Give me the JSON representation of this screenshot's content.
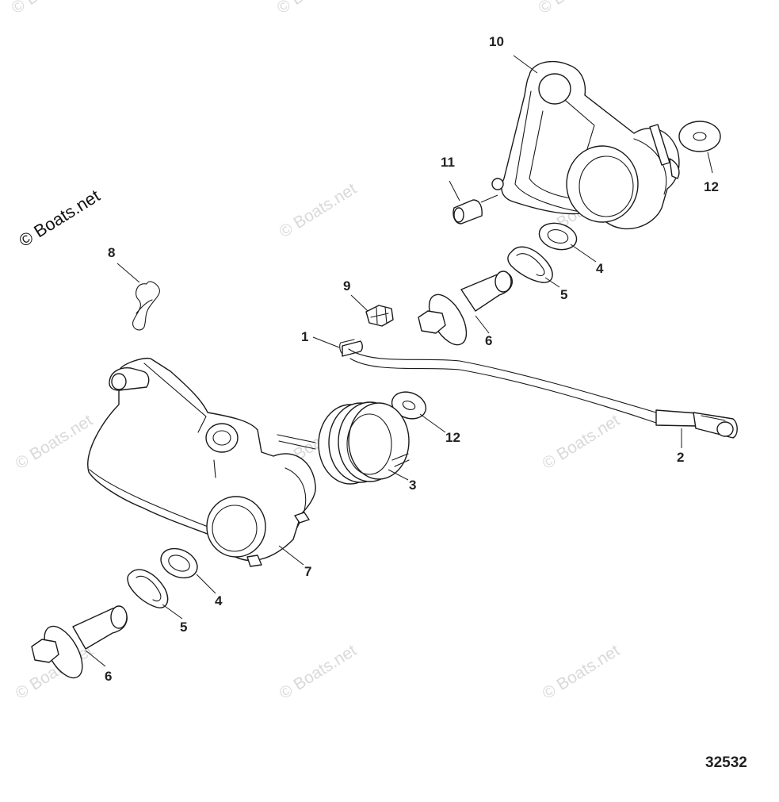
{
  "copyright": "© Boats.net",
  "watermark": "© Boats.net",
  "diagram_number": "32532",
  "callouts": {
    "c1": "1",
    "c2": "2",
    "c3": "3",
    "c4a": "4",
    "c4b": "4",
    "c5a": "5",
    "c5b": "5",
    "c6a": "6",
    "c6b": "6",
    "c7": "7",
    "c8": "8",
    "c9": "9",
    "c10": "10",
    "c11": "11",
    "c12a": "12",
    "c12b": "12"
  }
}
